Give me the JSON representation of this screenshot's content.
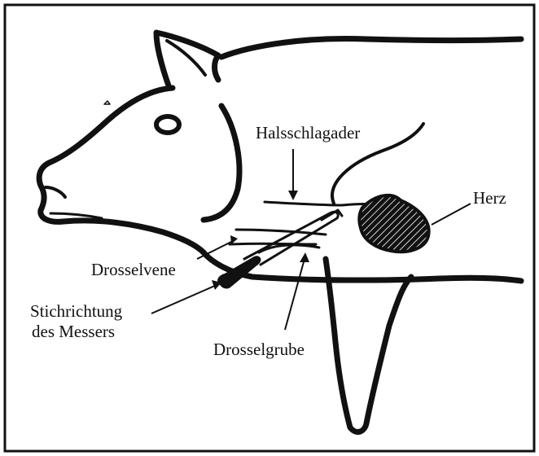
{
  "diagram": {
    "labels": {
      "halsschlagader": "Halsschlagader",
      "herz": "Herz",
      "drosselvene": "Drosselvene",
      "stichrichtung_line1": "Stichrichtung",
      "stichrichtung_line2": "des Messers",
      "drosselgrube": "Drosselgrube"
    },
    "colors": {
      "ink": "#111111",
      "background": "#ffffff"
    }
  }
}
